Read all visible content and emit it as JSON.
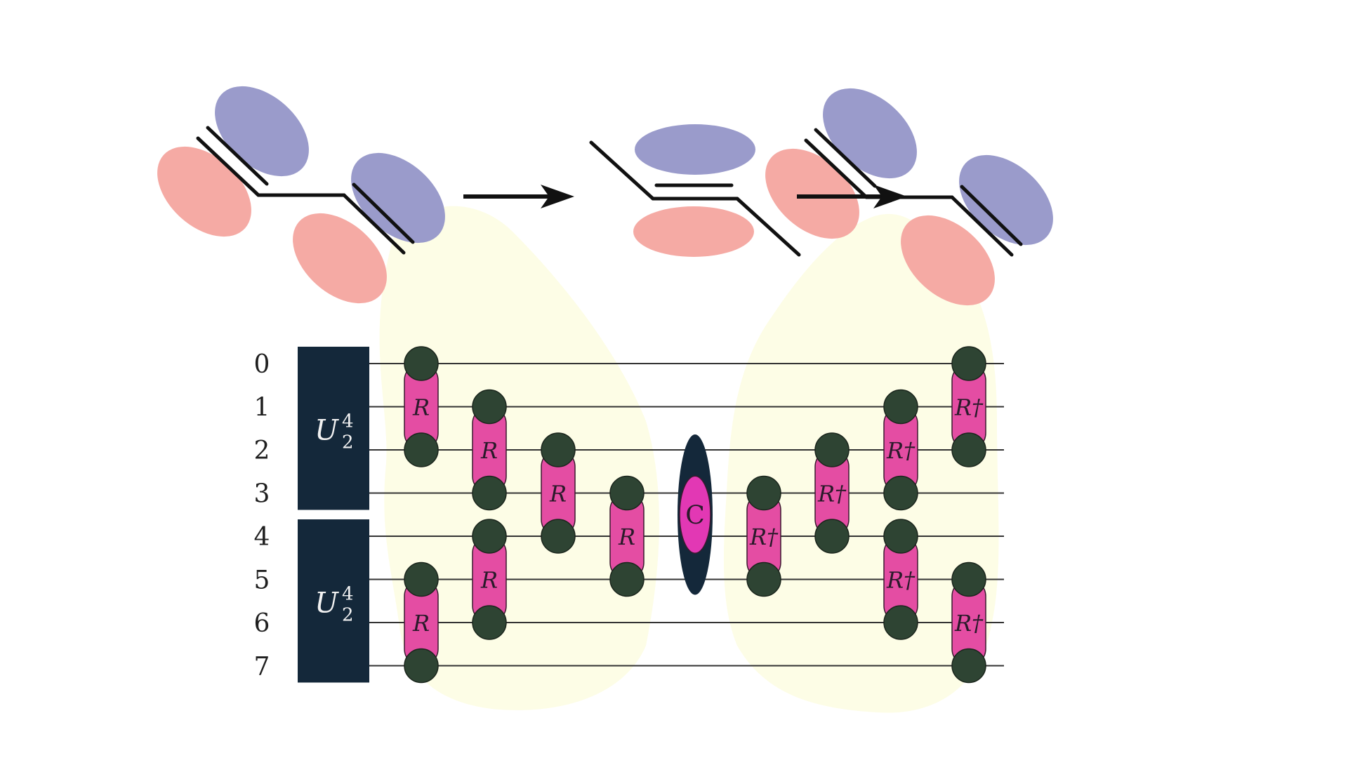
{
  "qubits": [
    "0",
    "1",
    "2",
    "3",
    "4",
    "5",
    "6",
    "7"
  ],
  "block_gate": {
    "symbol": "U",
    "sub": "2",
    "sup": "4"
  },
  "center_gate": {
    "label": "C"
  },
  "gate_labels": {
    "forward": "R",
    "inverse": "R†"
  },
  "colors": {
    "wire": "#333333",
    "block": "#14283a",
    "gate_fill": "#e44da3",
    "node_fill": "#2e4433",
    "center_outer": "#14283a",
    "center_inner": "#e238b4",
    "highlight": "#fdfde6",
    "orbital_blue": "#9a9bcb",
    "orbital_red": "#f5aaa4",
    "bond": "#111111"
  },
  "forward_gates": [
    {
      "q": [
        0,
        2
      ],
      "col": 0
    },
    {
      "q": [
        5,
        7
      ],
      "col": 0
    },
    {
      "q": [
        1,
        3
      ],
      "col": 1
    },
    {
      "q": [
        4,
        6
      ],
      "col": 1
    },
    {
      "q": [
        2,
        4
      ],
      "col": 2
    },
    {
      "q": [
        3,
        5
      ],
      "col": 3
    }
  ],
  "inverse_gates": [
    {
      "q": [
        3,
        5
      ],
      "col": 5
    },
    {
      "q": [
        2,
        4
      ],
      "col": 6
    },
    {
      "q": [
        1,
        3
      ],
      "col": 7
    },
    {
      "q": [
        4,
        6
      ],
      "col": 7
    },
    {
      "q": [
        0,
        2
      ],
      "col": 8
    },
    {
      "q": [
        5,
        7
      ],
      "col": 8
    }
  ],
  "center_span": [
    2,
    5
  ],
  "block_spans": [
    [
      0,
      3
    ],
    [
      4,
      7
    ]
  ],
  "arrows": [
    "reaction-arrow-1",
    "reaction-arrow-2"
  ],
  "molecules": [
    "reactant",
    "transition-state",
    "product"
  ]
}
